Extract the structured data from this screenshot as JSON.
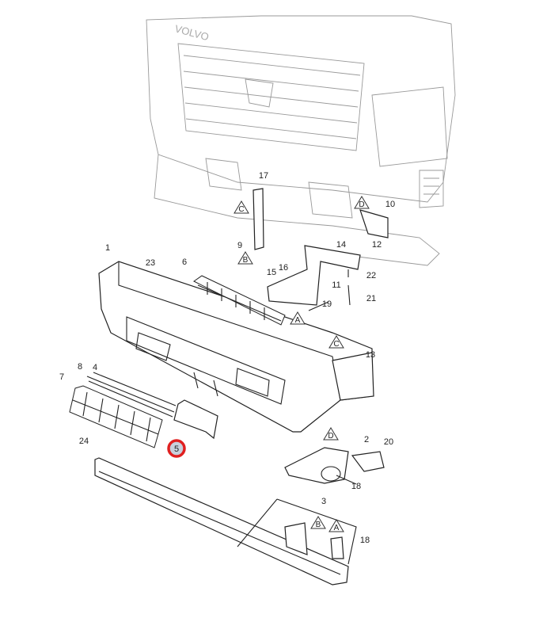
{
  "diagram": {
    "brand_text": "VOLVO",
    "highlighted_callout": "5",
    "highlight_color": "#e02020",
    "highlight_fill": "#c8d0dc",
    "callouts": [
      "1",
      "2",
      "3",
      "4",
      "5",
      "6",
      "7",
      "8",
      "9",
      "10",
      "11",
      "12",
      "13",
      "14",
      "15",
      "16",
      "17",
      "18",
      "18",
      "19",
      "20",
      "21",
      "22",
      "23",
      "24"
    ],
    "reference_markers": [
      "C",
      "B",
      "D",
      "A",
      "C",
      "D",
      "B",
      "A"
    ]
  }
}
